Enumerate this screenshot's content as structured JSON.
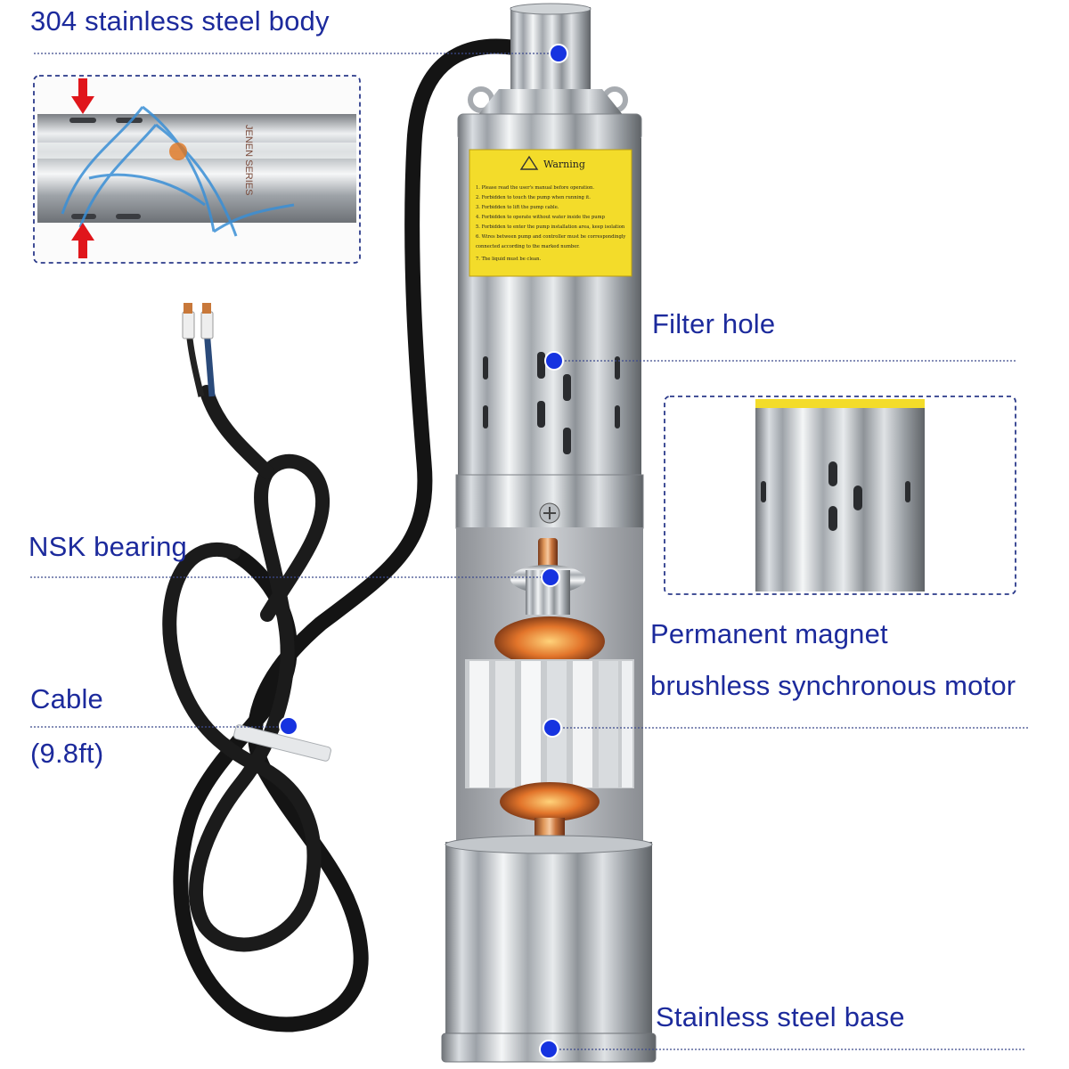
{
  "labels": {
    "body": "304 stainless steel body",
    "filter_hole": "Filter hole",
    "nsk_bearing": "NSK bearing",
    "motor_line1": "Permanent magnet",
    "motor_line2": "brushless synchronous motor",
    "cable_line1": "Cable",
    "cable_line2": "(9.8ft)",
    "base": "Stainless steel base"
  },
  "warning_sticker": {
    "title": "Warning",
    "lines": [
      "1. Please read the user's manual before operation.",
      "2. Forbidden to touch the pump when running it.",
      "3. Forbidden to lift the pump cable.",
      "4. Forbidden to operate without water inside the pump",
      "5. Forbidden to enter the pump installation area, keep isolation",
      "6. Wires between pump and controller must be correspondingly",
      "   connected according to the marked number.",
      "7. The liquid must be clean."
    ]
  },
  "inset_brand": "JENEN SERIES",
  "colors": {
    "label_text": "#1c2a9c",
    "marker_dot": "#1633e0",
    "leader_line": "#3c4a8c",
    "inset_border": "#2b3a8a",
    "arrow": "#e0161b",
    "warning_sticker": "#f3dc2a"
  }
}
